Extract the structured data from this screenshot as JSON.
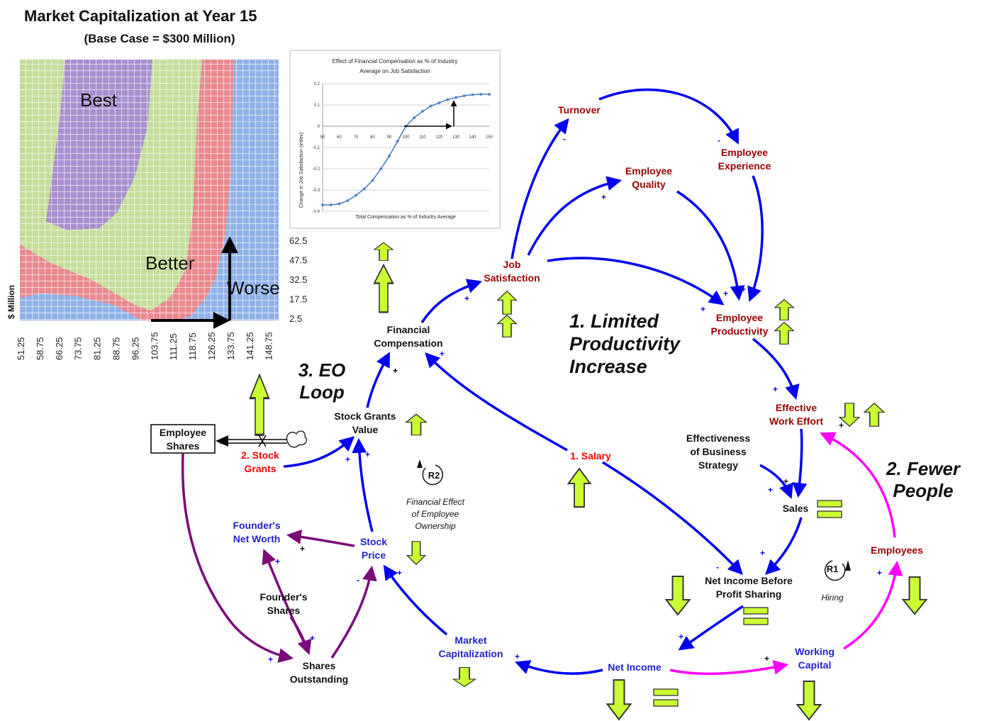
{
  "market_cap_chart": {
    "title": "Market Capitalization  at Year 15",
    "subtitle": "(Base Case = $300 Million)",
    "ylabel": "$ Million",
    "y_ticks": [
      "62.5",
      "47.5",
      "32.5",
      "17.5",
      "2.5"
    ],
    "x_ticks": [
      "51.25",
      "58.75",
      "66.25",
      "73.75",
      "81.25",
      "88.75",
      "96.25",
      "103.75",
      "111.25",
      "118.75",
      "126.25",
      "133.75",
      "141.25",
      "148.75"
    ],
    "region_labels": {
      "best": "Best",
      "better": "Better",
      "worse": "Worse"
    },
    "colors": {
      "best": "#a98fcf",
      "better": "#c4dd9a",
      "mid": "#e8888e",
      "worse": "#8fb1e8"
    }
  },
  "chart_data": {
    "type": "line",
    "title": "Effect of Financial Compensation as % of Industry Average on Job Satisfaction",
    "xlabel": "Total Compensation as % of Industry Average",
    "ylabel": "Change in Job Satisfaction (index)",
    "xlim": [
      50,
      150
    ],
    "ylim": [
      -0.4,
      0.2
    ],
    "x_ticks": [
      "50",
      "60",
      "70",
      "80",
      "90",
      "100",
      "110",
      "120",
      "130",
      "140",
      "150"
    ],
    "y_ticks": [
      "0.2",
      "0.1",
      "0",
      "-0.1",
      "-0.2",
      "-0.3",
      "-0.4"
    ],
    "x": [
      50,
      55,
      60,
      65,
      70,
      75,
      80,
      85,
      90,
      95,
      100,
      105,
      110,
      115,
      120,
      125,
      130,
      135,
      140,
      145,
      150
    ],
    "y": [
      -0.37,
      -0.37,
      -0.365,
      -0.35,
      -0.325,
      -0.295,
      -0.255,
      -0.2,
      -0.14,
      -0.07,
      0.0,
      0.04,
      0.07,
      0.095,
      0.11,
      0.125,
      0.135,
      0.143,
      0.148,
      0.15,
      0.15
    ],
    "line_color": "#4a7fc1"
  },
  "nodes": {
    "turnover": "Turnover",
    "employee_experience": "Employee Experience",
    "employee_quality": "Employee Quality",
    "job_satisfaction": "Job Satisfaction",
    "employee_productivity": "Employee Productivity",
    "financial_compensation": "Financial Compensation",
    "effective_work_effort": "Effective Work Effort",
    "stock_grants_value": "Stock Grants Value",
    "employee_shares": "Employee Shares",
    "stock_grants": "2. Stock Grants",
    "salary": "1. Salary",
    "effectiveness": "Effectiveness of Business Strategy",
    "sales": "Sales",
    "founders_net_worth": "Founder's Net Worth",
    "stock_price": "Stock Price",
    "net_income_before": "Net Income Before Profit Sharing",
    "employees": "Employees",
    "founders_shares": "Founder's Shares",
    "market_capitalization": "Market Capitalization",
    "net_income": "Net Income",
    "working_capital": "Working Capital",
    "shares_outstanding": "Shares Outstanding"
  },
  "headlines": {
    "limited_productivity": "1. Limited Productivity Increase",
    "eo_loop": "3. EO Loop",
    "fewer_people": "2. Fewer People"
  },
  "loops": {
    "r2": "R2",
    "r2_caption": "Financial Effect of Employee Ownership",
    "r1": "R1",
    "r1_caption": "Hiring"
  },
  "colors": {
    "dark_red": "#990000",
    "blue_text": "#2222cc",
    "red_text": "#ff0000",
    "arrow_blue": "#0000ee",
    "arrow_purple": "#7a0a7a",
    "arrow_magenta": "#ff00ff",
    "indicator_fill": "#ccff33"
  }
}
